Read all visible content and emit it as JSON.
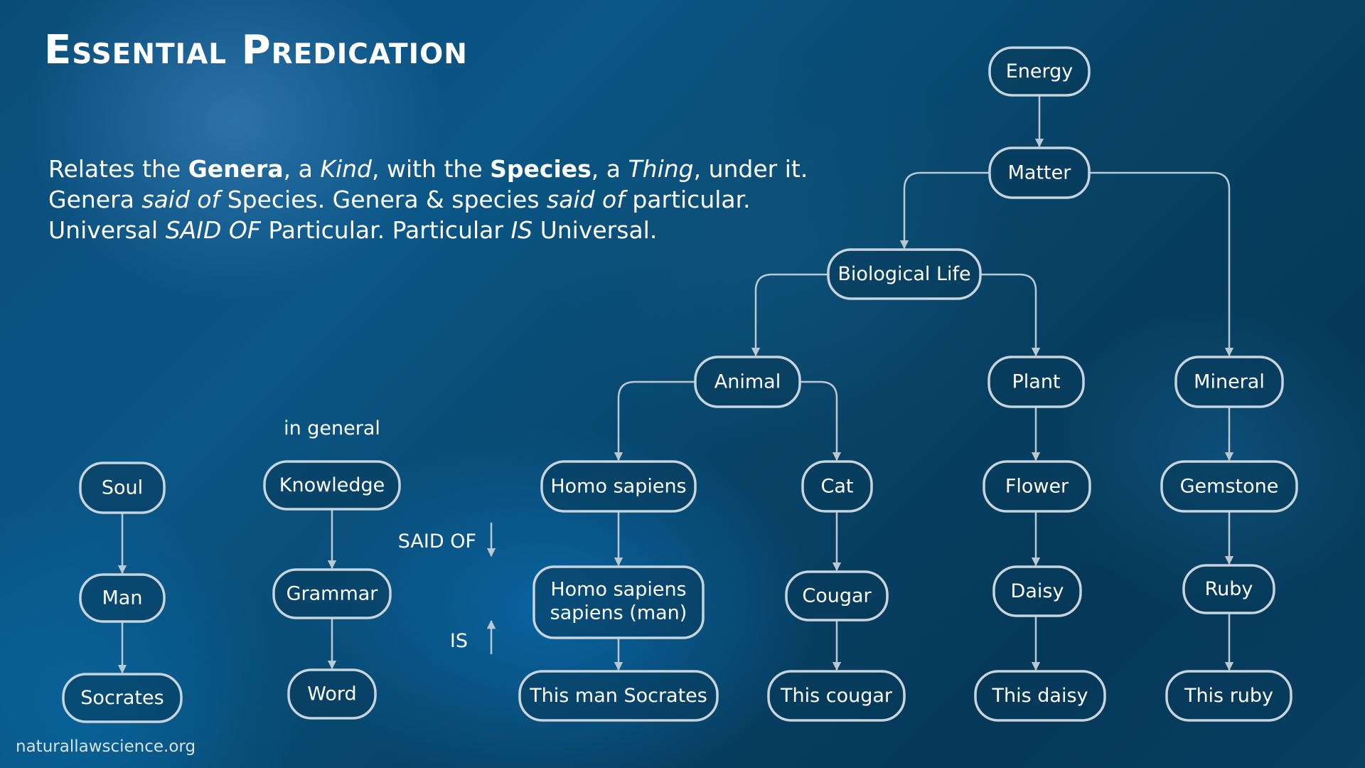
{
  "title": "Essential Predication",
  "intro": {
    "line1": {
      "p1": "Relates the ",
      "b1": "Genera",
      "p2": ", a ",
      "i1": "Kind",
      "p3": ",  with the ",
      "b2": "Species",
      "p4": ", a ",
      "i2": "Thing",
      "p5": ", under it."
    },
    "line2": {
      "p1": "Genera ",
      "i1": "said of",
      "p2": " Species. Genera & species ",
      "i2": "said of",
      "p3": " particular."
    },
    "line3": {
      "p1": "Universal ",
      "i1": "SAID OF",
      "p2": " Particular. Particular ",
      "i2": "IS",
      "p3": " Universal."
    }
  },
  "labels": {
    "in_general": "in general",
    "said_of": "SAID OF",
    "is": "IS"
  },
  "nodes": {
    "energy": "Energy",
    "matter": "Matter",
    "biological_life": "Biological Life",
    "animal": "Animal",
    "plant": "Plant",
    "mineral": "Mineral",
    "homo_sapiens": "Homo sapiens",
    "hss_line1": "Homo sapiens",
    "hss_line2": "sapiens (man)",
    "this_man_socrates": "This man Socrates",
    "cat": "Cat",
    "cougar": "Cougar",
    "this_cougar": "This cougar",
    "flower": "Flower",
    "daisy": "Daisy",
    "this_daisy": "This daisy",
    "gemstone": "Gemstone",
    "ruby": "Ruby",
    "this_ruby": "This ruby",
    "soul": "Soul",
    "man": "Man",
    "socrates": "Socrates",
    "knowledge": "Knowledge",
    "grammar": "Grammar",
    "word": "Word"
  },
  "edges": [
    [
      "energy",
      "matter"
    ],
    [
      "matter",
      "biological_life"
    ],
    [
      "matter",
      "mineral"
    ],
    [
      "biological_life",
      "animal"
    ],
    [
      "biological_life",
      "plant"
    ],
    [
      "animal",
      "homo_sapiens"
    ],
    [
      "animal",
      "cat"
    ],
    [
      "homo_sapiens",
      "homo_sapiens_sapiens"
    ],
    [
      "homo_sapiens_sapiens",
      "this_man_socrates"
    ],
    [
      "cat",
      "cougar"
    ],
    [
      "cougar",
      "this_cougar"
    ],
    [
      "plant",
      "flower"
    ],
    [
      "flower",
      "daisy"
    ],
    [
      "daisy",
      "this_daisy"
    ],
    [
      "mineral",
      "gemstone"
    ],
    [
      "gemstone",
      "ruby"
    ],
    [
      "ruby",
      "this_ruby"
    ],
    [
      "soul",
      "man"
    ],
    [
      "man",
      "socrates"
    ],
    [
      "knowledge",
      "grammar"
    ],
    [
      "grammar",
      "word"
    ]
  ],
  "footer": "naturallawscience.org",
  "colors": {
    "background": "#0a4f7d",
    "node_border": "#c6d4dd",
    "connector": "#b9c9d3",
    "text": "#ffffff"
  }
}
